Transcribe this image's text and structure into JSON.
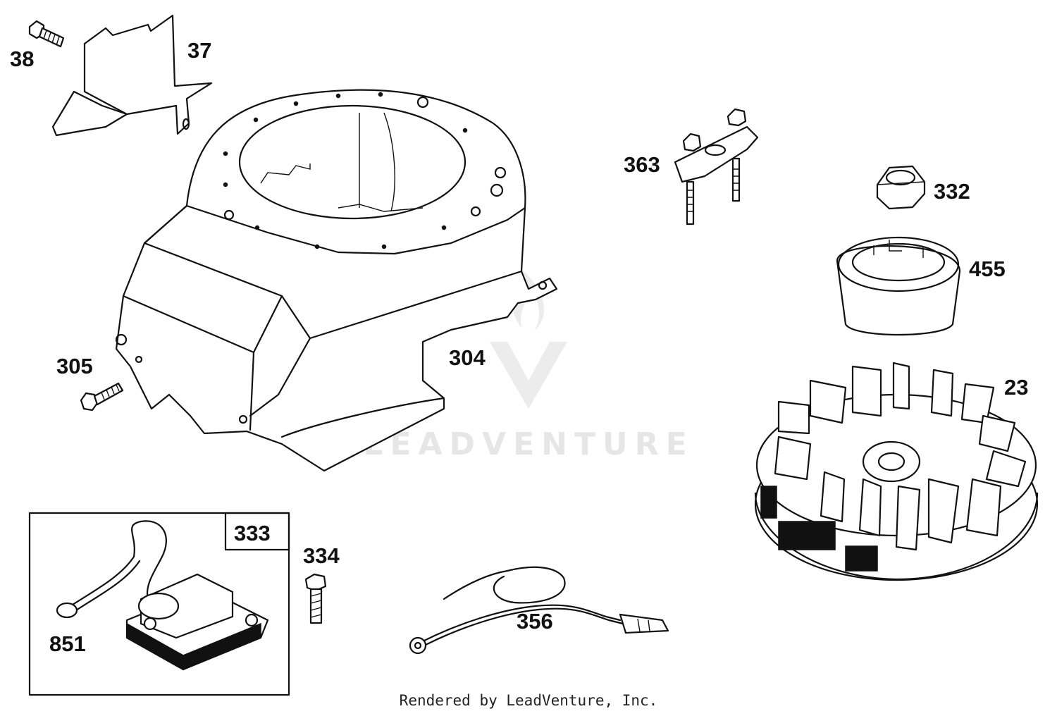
{
  "watermark": {
    "text": "LEADVENTURE"
  },
  "footer": {
    "text": "Rendered by LeadVenture, Inc."
  },
  "parts": {
    "p38": "38",
    "p37": "37",
    "p363": "363",
    "p332": "332",
    "p455": "455",
    "p304": "304",
    "p305": "305",
    "p23": "23",
    "p333": "333",
    "p334": "334",
    "p851": "851",
    "p356": "356"
  },
  "colors": {
    "line": "#111111",
    "watermark": "#e6e6e6",
    "background": "#ffffff"
  }
}
